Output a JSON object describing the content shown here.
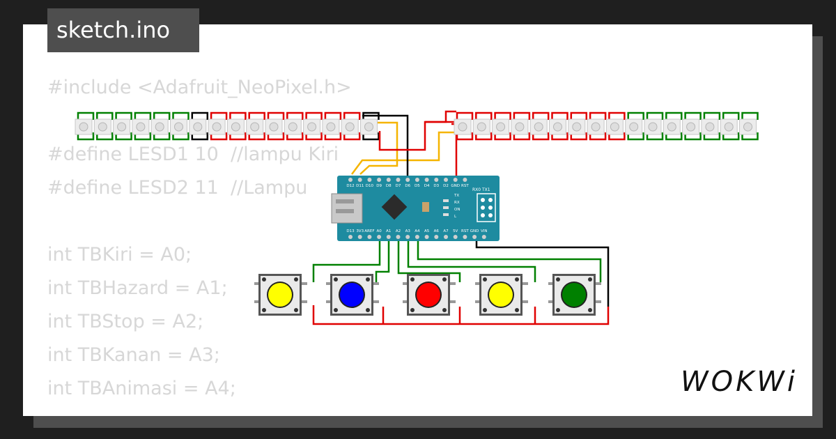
{
  "title": "sketch.ino",
  "code_lines": [
    "#include <Adafruit_NeoPixel.h>",
    "",
    "#define LESD1 10  //lampu Kiri",
    "#define LESD2 11  //Lampu",
    "",
    "int TBKiri = A0;",
    "int TBHazard = A1;",
    "int TBStop = A2;",
    "int TBKanan = A3;",
    "int TBAnimasi = A4;"
  ],
  "logo": "WOKWi",
  "board": {
    "top_pins": [
      "D12",
      "D11",
      "D10",
      "D9",
      "D8",
      "D7",
      "D6",
      "D5",
      "D4",
      "D3",
      "D2",
      "GND",
      "RST"
    ],
    "bottom_pins": [
      "D13",
      "3V3",
      "AREF",
      "A0",
      "A1",
      "A2",
      "A3",
      "A4",
      "A5",
      "A6",
      "A7",
      "5V",
      "RST",
      "GND",
      "VIN"
    ],
    "led_labels": [
      "TX",
      "RX",
      "ON",
      "L"
    ],
    "header_label": "RX0 TX1"
  },
  "buttons": [
    {
      "color": "#ffff00"
    },
    {
      "color": "#0000ff"
    },
    {
      "color": "#ff0000"
    },
    {
      "color": "#ffff00"
    },
    {
      "color": "#008000"
    }
  ],
  "colors": {
    "wire_green": "#008000",
    "wire_red": "#e00000",
    "wire_black": "#000000",
    "wire_yellow": "#f5b400",
    "board": "#1e8ba0"
  }
}
